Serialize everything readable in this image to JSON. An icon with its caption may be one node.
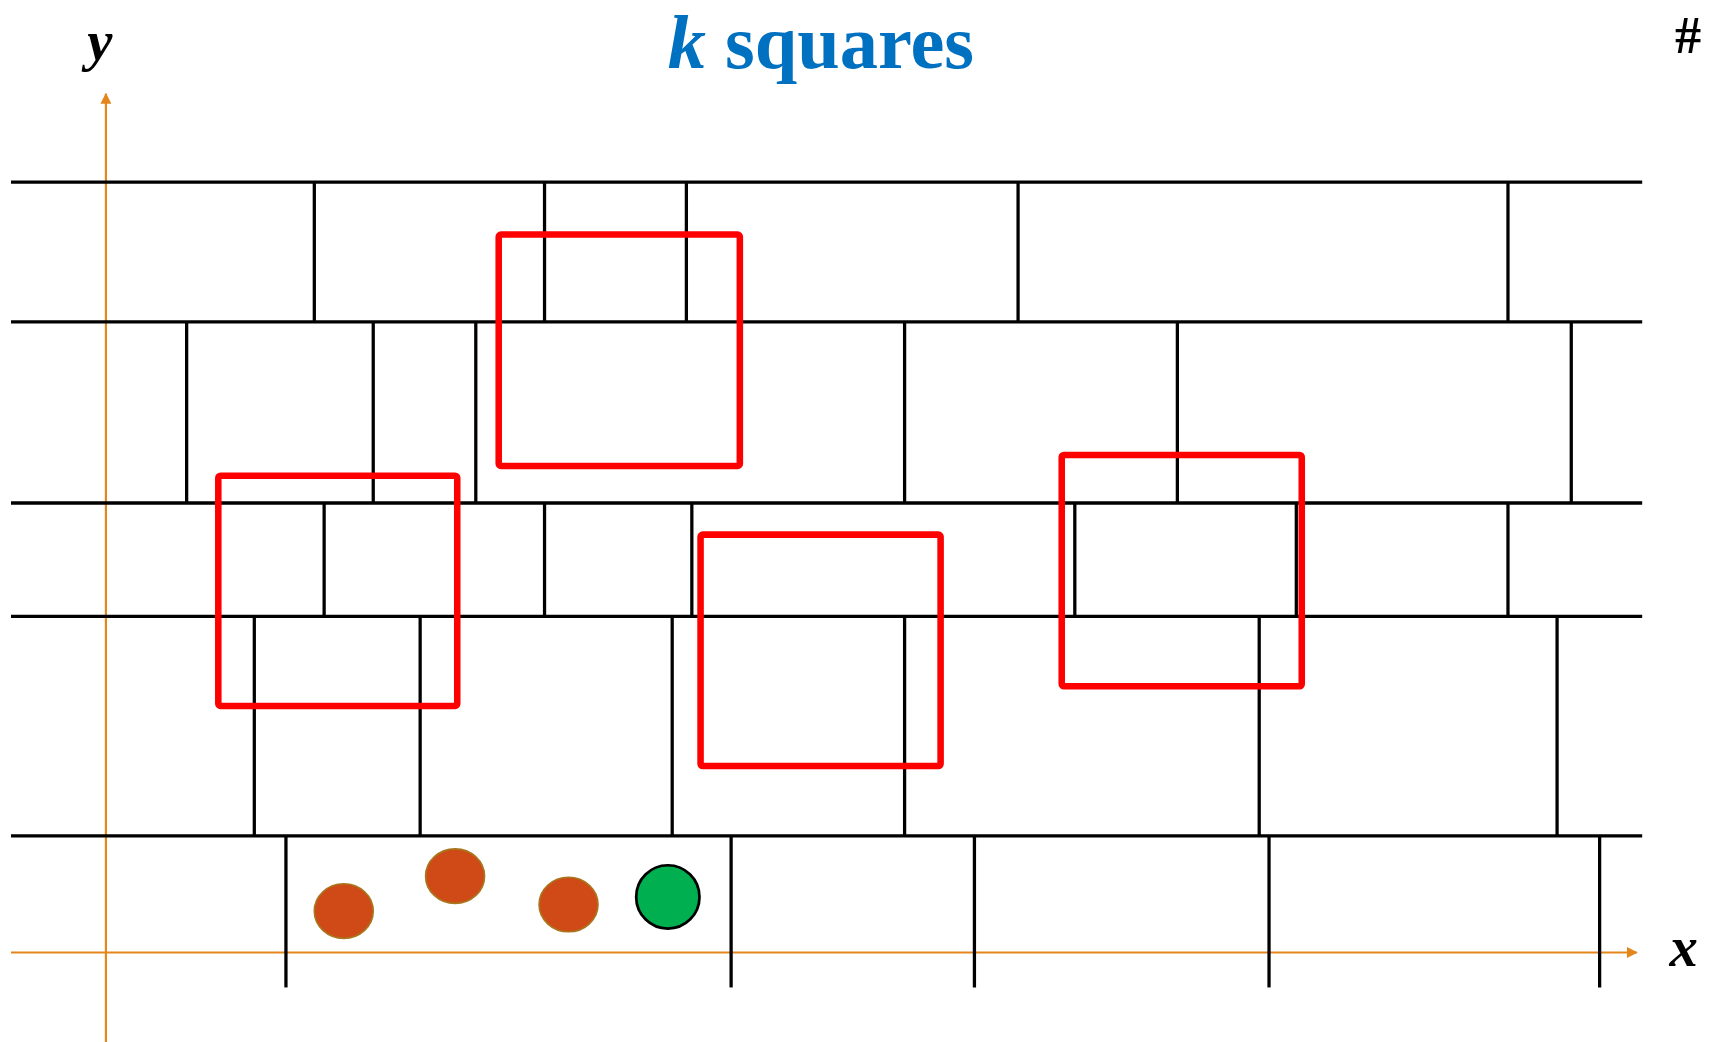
{
  "diagram": {
    "title": "*k* squares",
    "labels": [
      "y",
      "x",
      "#"
    ]
  }
}
